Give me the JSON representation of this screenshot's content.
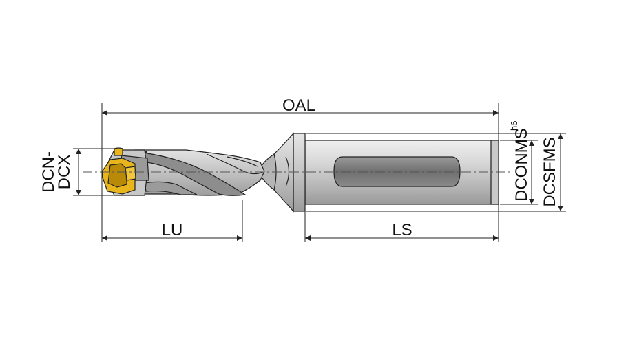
{
  "drawing": {
    "labels": {
      "oal": "OAL",
      "lu": "LU",
      "ls": "LS",
      "dcn": "DCN-",
      "dcx": "DCX",
      "dconms": "DCONMS",
      "dconms_tolerance": "h6",
      "dcsfms": "DCSFMS"
    },
    "colors": {
      "insert": "#e8b51c",
      "insert_shadow": "#b98a08",
      "body_light": "#d9d9d9",
      "body_mid": "#b8b8b8",
      "body_dark": "#8f8f8f",
      "flat_dark": "#7a7a7a"
    }
  }
}
